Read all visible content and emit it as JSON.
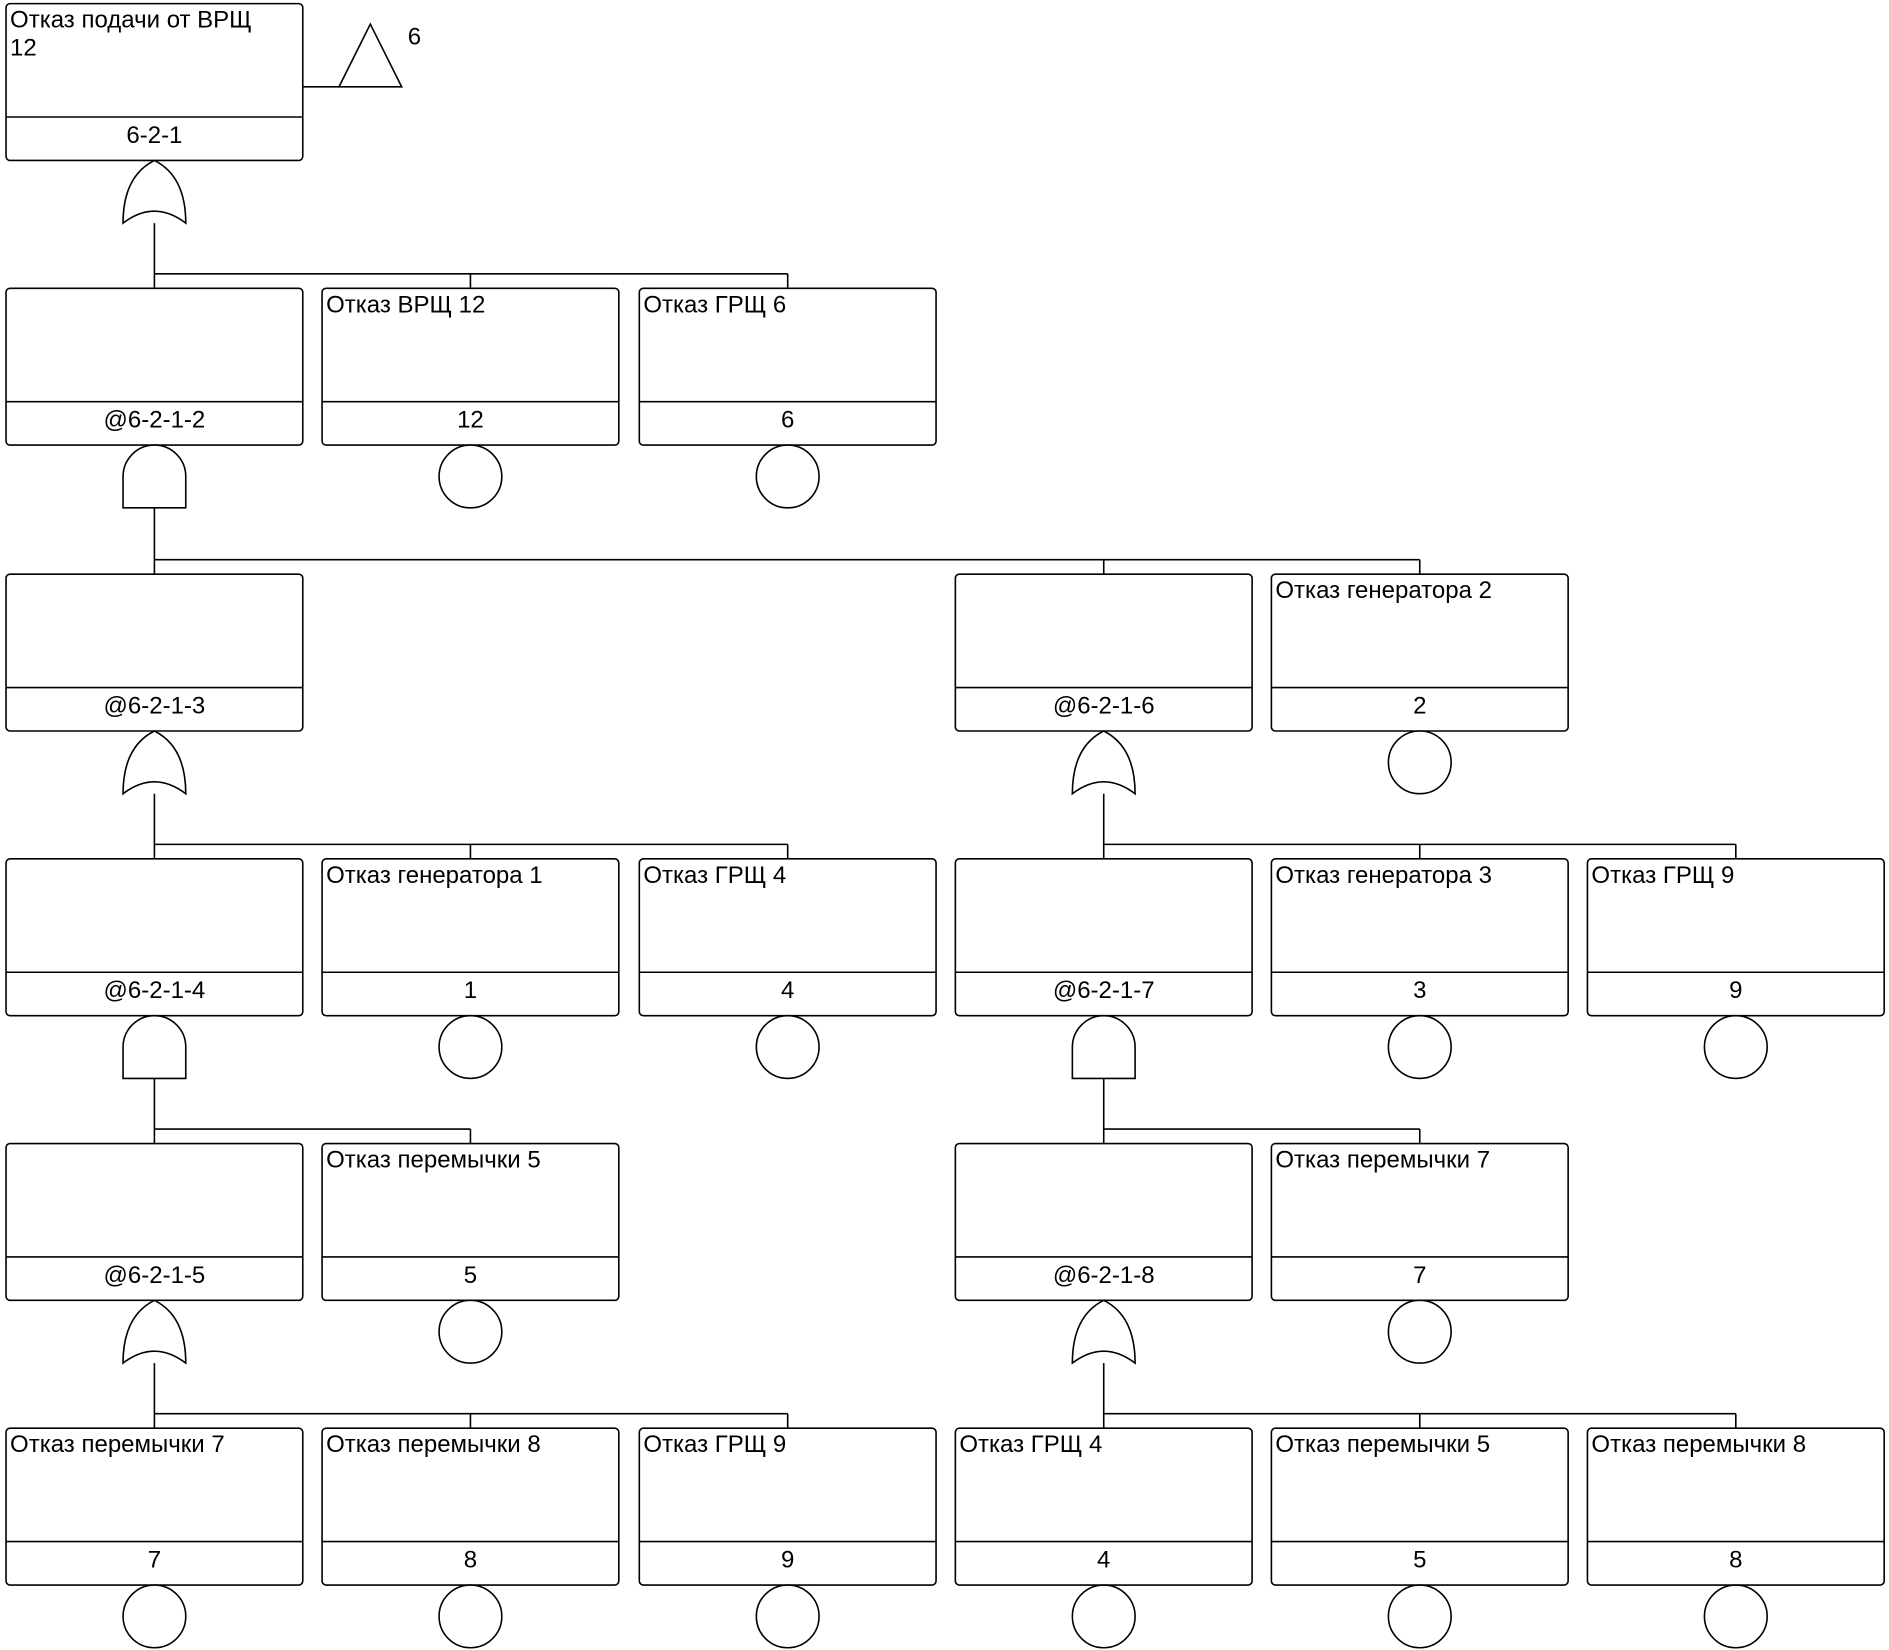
{
  "colors": {
    "stroke": "#000000",
    "fill": "#ffffff",
    "text": "#000000"
  },
  "top_event": {
    "label": [
      "Отказ подачи от ВРЩ",
      "12"
    ],
    "code": "6-2-1",
    "gate": "or",
    "transfer_label": "6"
  },
  "events": [
    {
      "id": "g2",
      "label": [],
      "code": "@6-2-1-2",
      "gate": "and",
      "kind": "intermediate"
    },
    {
      "id": "e12a",
      "label": [
        "Отказ ВРЩ 12"
      ],
      "code": "12",
      "gate": "basic",
      "kind": "basic"
    },
    {
      "id": "e6a",
      "label": [
        "Отказ ГРЩ 6"
      ],
      "code": "6",
      "gate": "basic",
      "kind": "basic"
    },
    {
      "id": "g3",
      "label": [],
      "code": "@6-2-1-3",
      "gate": "or",
      "kind": "intermediate"
    },
    {
      "id": "g6",
      "label": [],
      "code": "@6-2-1-6",
      "gate": "or",
      "kind": "intermediate"
    },
    {
      "id": "e2",
      "label": [
        "Отказ генератора 2"
      ],
      "code": "2",
      "gate": "basic",
      "kind": "basic"
    },
    {
      "id": "g4",
      "label": [],
      "code": "@6-2-1-4",
      "gate": "and",
      "kind": "intermediate"
    },
    {
      "id": "e1",
      "label": [
        "Отказ генератора 1"
      ],
      "code": "1",
      "gate": "basic",
      "kind": "basic"
    },
    {
      "id": "e4a",
      "label": [
        "Отказ ГРЩ 4"
      ],
      "code": "4",
      "gate": "basic",
      "kind": "basic"
    },
    {
      "id": "g7",
      "label": [],
      "code": "@6-2-1-7",
      "gate": "and",
      "kind": "intermediate"
    },
    {
      "id": "e3",
      "label": [
        "Отказ генератора 3"
      ],
      "code": "3",
      "gate": "basic",
      "kind": "basic"
    },
    {
      "id": "e9a",
      "label": [
        "Отказ ГРЩ 9"
      ],
      "code": "9",
      "gate": "basic",
      "kind": "basic"
    },
    {
      "id": "g5",
      "label": [],
      "code": "@6-2-1-5",
      "gate": "or",
      "kind": "intermediate"
    },
    {
      "id": "e5a",
      "label": [
        "Отказ перемычки 5"
      ],
      "code": "5",
      "gate": "basic",
      "kind": "basic"
    },
    {
      "id": "g8",
      "label": [],
      "code": "@6-2-1-8",
      "gate": "or",
      "kind": "intermediate"
    },
    {
      "id": "e7a",
      "label": [
        "Отказ перемычки 7"
      ],
      "code": "7",
      "gate": "basic",
      "kind": "basic"
    },
    {
      "id": "e7b",
      "label": [
        "Отказ перемычки 7"
      ],
      "code": "7",
      "gate": "basic",
      "kind": "basic"
    },
    {
      "id": "e8a",
      "label": [
        "Отказ перемычки 8"
      ],
      "code": "8",
      "gate": "basic",
      "kind": "basic"
    },
    {
      "id": "e9b",
      "label": [
        "Отказ ГРЩ 9"
      ],
      "code": "9",
      "gate": "basic",
      "kind": "basic"
    },
    {
      "id": "e4b",
      "label": [
        "Отказ ГРЩ 4"
      ],
      "code": "4",
      "gate": "basic",
      "kind": "basic"
    },
    {
      "id": "e5b",
      "label": [
        "Отказ перемычки 5"
      ],
      "code": "5",
      "gate": "basic",
      "kind": "basic"
    },
    {
      "id": "e8b",
      "label": [
        "Отказ перемычки 8"
      ],
      "code": "8",
      "gate": "basic",
      "kind": "basic"
    }
  ],
  "links": [
    {
      "parent": "top",
      "children": [
        "g2",
        "e12a",
        "e6a"
      ]
    },
    {
      "parent": "g2",
      "children": [
        "g3",
        "g6",
        "e2"
      ]
    },
    {
      "parent": "g3",
      "children": [
        "g4",
        "e1",
        "e4a"
      ]
    },
    {
      "parent": "g6",
      "children": [
        "g7",
        "e3",
        "e9a"
      ]
    },
    {
      "parent": "g4",
      "children": [
        "g5",
        "e5a"
      ]
    },
    {
      "parent": "g7",
      "children": [
        "g8",
        "e7a"
      ]
    },
    {
      "parent": "g5",
      "children": [
        "e7b",
        "e8a",
        "e9b"
      ]
    },
    {
      "parent": "g8",
      "children": [
        "e4b",
        "e5b",
        "e8b"
      ]
    }
  ]
}
